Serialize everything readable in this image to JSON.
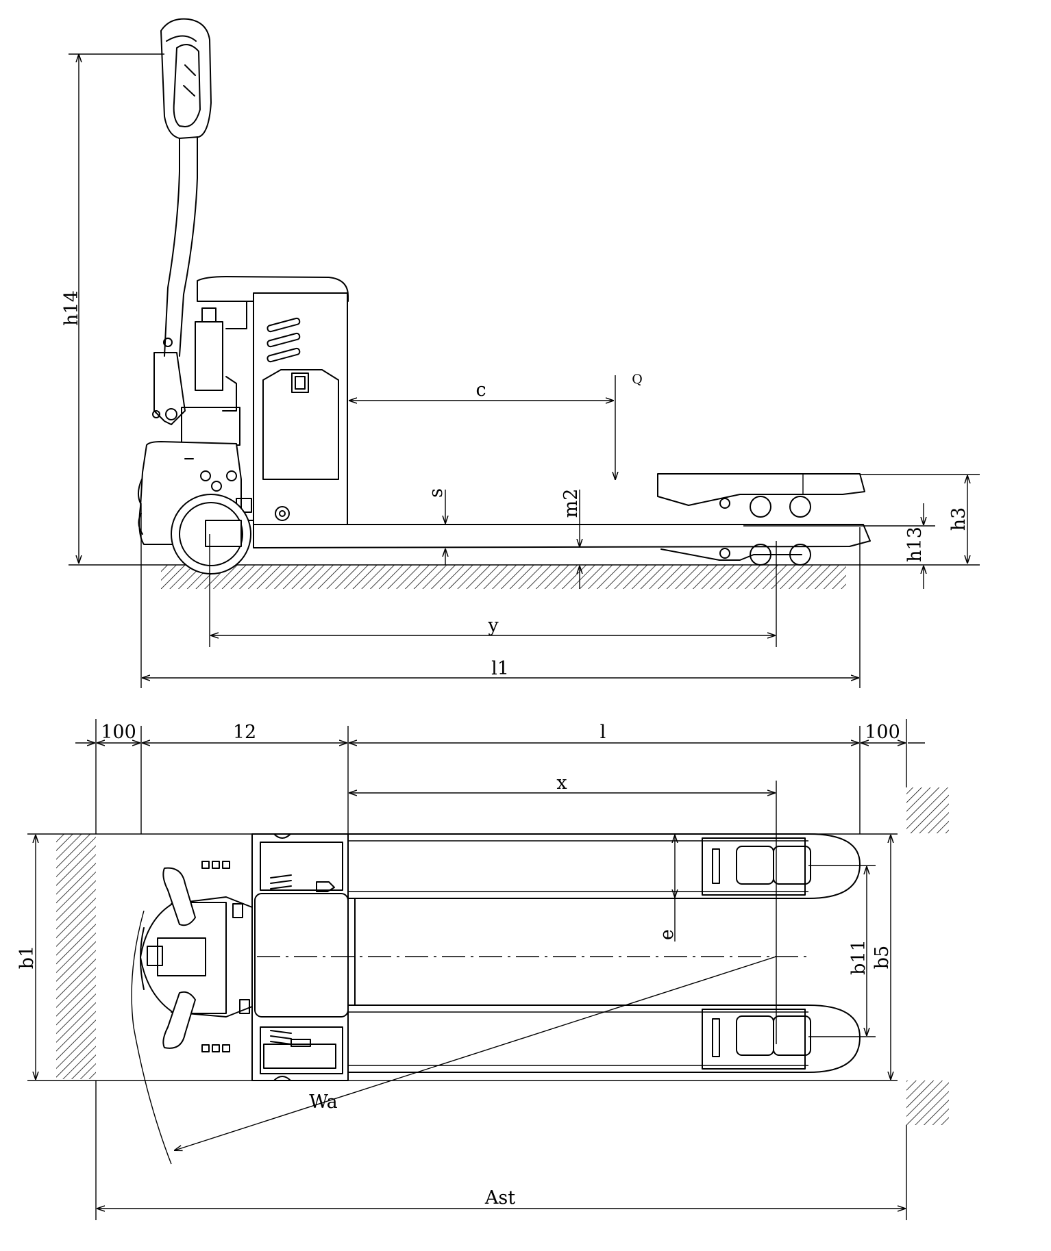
{
  "diagram": {
    "side_view": {
      "labels": {
        "h14": "h14",
        "c": "c",
        "Q": "Q",
        "s": "s",
        "m2": "m2",
        "h13": "h13",
        "h3": "h3",
        "y": "y",
        "l1": "l1"
      }
    },
    "top_view": {
      "labels": {
        "clear_left": "100",
        "l2": "12",
        "l": "l",
        "clear_right": "100",
        "x": "x",
        "e": "e",
        "b1": "b1",
        "b11": "b11",
        "b5": "b5",
        "Wa": "Wa",
        "Ast": "Ast"
      }
    }
  }
}
